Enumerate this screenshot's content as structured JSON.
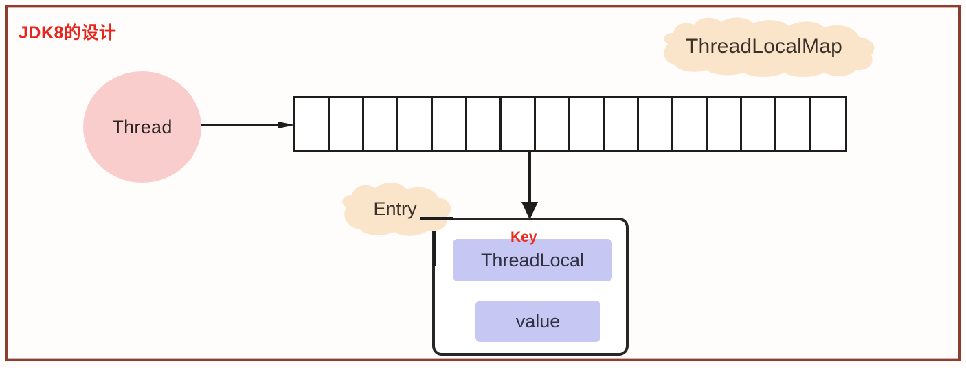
{
  "diagram": {
    "title": "JDK8的设计",
    "title_color": "#e8251c",
    "frame_color": "#8e3b30",
    "background": "#fefdfc"
  },
  "thread": {
    "label": "Thread",
    "fill": "#f9cdcb",
    "text_color": "#2a2320"
  },
  "arrows": {
    "thread_to_array": "arrow-right",
    "array_to_entry": "arrow-down",
    "color": "#1d1d1d"
  },
  "array": {
    "cell_count": 16,
    "cells": [
      "",
      "",
      "",
      "",
      "",
      "",
      "",
      "",
      "",
      "",
      "",
      "",
      "",
      "",
      "",
      ""
    ],
    "border_color": "#1d1d1d",
    "fill": "#ffffff"
  },
  "clouds": [
    {
      "name": "threadlocalmap",
      "label": "ThreadLocalMap",
      "fill": "#fae5ca",
      "text_color": "#3b3128"
    },
    {
      "name": "entry",
      "label": "Entry",
      "fill": "#fae5ca",
      "text_color": "#3b3128"
    }
  ],
  "entry_box": {
    "border_color": "#262626",
    "fill": "#ffffff",
    "key_label": "Key",
    "key_label_color": "#f02b1d",
    "fields": [
      {
        "name": "key",
        "label": "ThreadLocal",
        "fill": "#c6c7f2",
        "text_color": "#303040"
      },
      {
        "name": "value",
        "label": "value",
        "fill": "#c6c7f2",
        "text_color": "#303040"
      }
    ]
  }
}
